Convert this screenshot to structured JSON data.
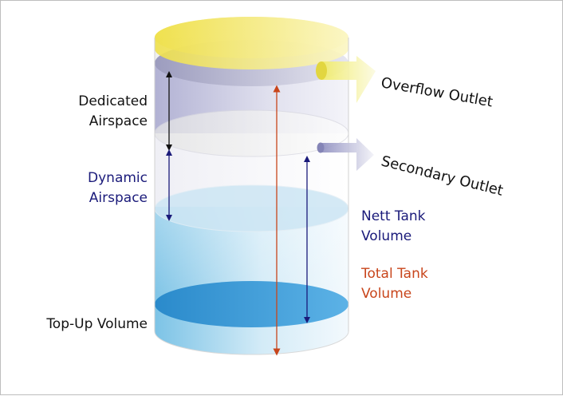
{
  "labels": {
    "dedicated_airspace": [
      "Dedicated",
      "Airspace"
    ],
    "dynamic_airspace": [
      "Dynamic",
      "Airspace"
    ],
    "top_up_volume": "Top-Up Volume",
    "nett_tank_volume": [
      "Nett Tank",
      "Volume"
    ],
    "total_tank_volume": [
      "Total Tank",
      "Volume"
    ],
    "overflow_outlet": "Overflow Outlet",
    "secondary_outlet": "Secondary Outlet"
  },
  "colors": {
    "dedicated_label": "#111111",
    "dynamic_label": "#1a1a7a",
    "nett_label": "#1a1a7a",
    "total_label": "#c8451b",
    "overflow_arrow": "#f2ee7a",
    "secondary_arrow": "#9b9bc6",
    "water": "#3d97d3"
  }
}
